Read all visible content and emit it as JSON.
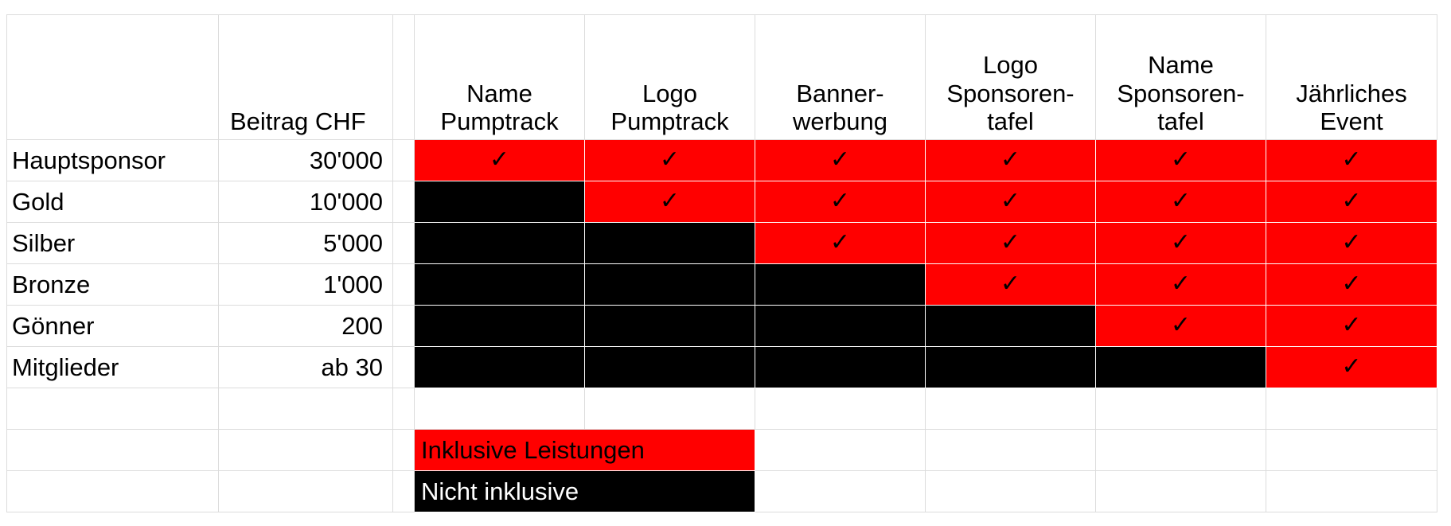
{
  "header": {
    "amount_label": "Beitrag CHF",
    "features": [
      [
        "Name",
        "Pumptrack"
      ],
      [
        "Logo",
        "Pumptrack"
      ],
      [
        "Banner-",
        "werbung"
      ],
      [
        "Logo",
        "Sponsoren-",
        "tafel"
      ],
      [
        "Name",
        "Sponsoren-",
        "tafel"
      ],
      [
        "Jährliches",
        "Event"
      ]
    ]
  },
  "check_glyph": "✓",
  "tiers": [
    {
      "name": "Hauptsponsor",
      "amount": "30'000",
      "included": [
        true,
        true,
        true,
        true,
        true,
        true
      ]
    },
    {
      "name": "Gold",
      "amount": "10'000",
      "included": [
        false,
        true,
        true,
        true,
        true,
        true
      ]
    },
    {
      "name": "Silber",
      "amount": "5'000",
      "included": [
        false,
        false,
        true,
        true,
        true,
        true
      ]
    },
    {
      "name": "Bronze",
      "amount": "1'000",
      "included": [
        false,
        false,
        false,
        true,
        true,
        true
      ]
    },
    {
      "name": "Gönner",
      "amount": "200",
      "included": [
        false,
        false,
        false,
        false,
        true,
        true
      ]
    },
    {
      "name": "Mitglieder",
      "amount": "ab 30",
      "included": [
        false,
        false,
        false,
        false,
        false,
        true
      ]
    }
  ],
  "legend": {
    "included_label": "Inklusive Leistungen",
    "excluded_label": "Nicht inklusive",
    "included_color": "#ff0000",
    "excluded_color": "#000000"
  }
}
